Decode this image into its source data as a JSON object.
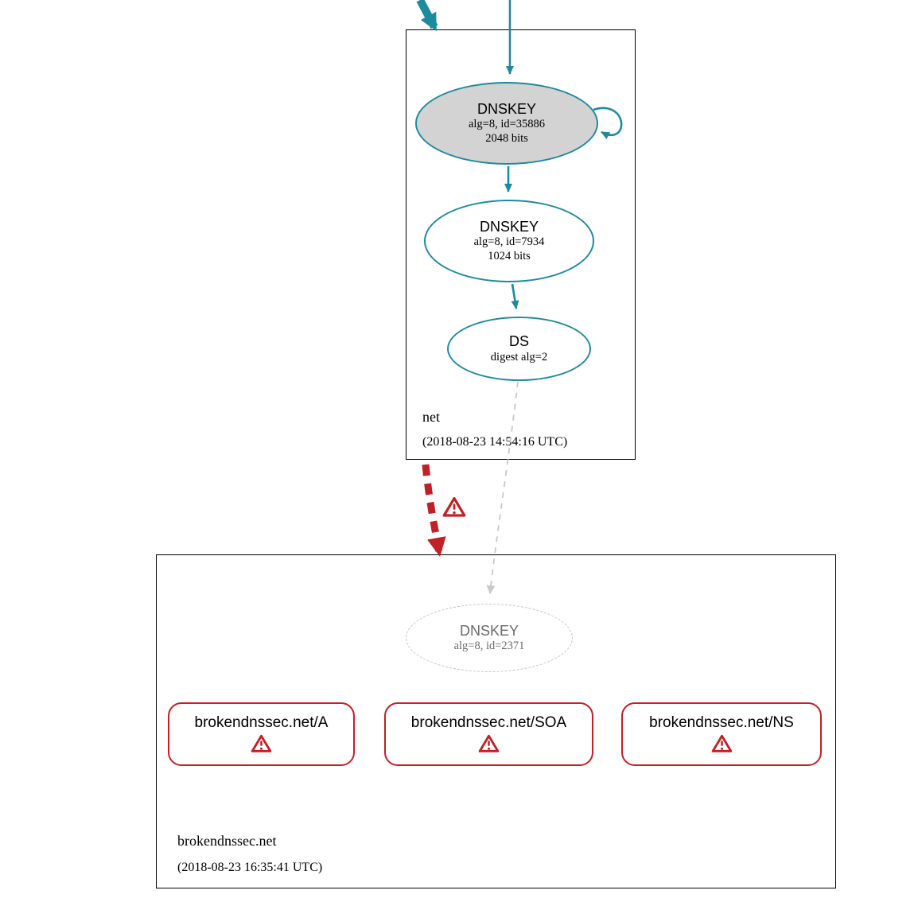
{
  "colors": {
    "secure": "#1d8a9e",
    "error": "#c22026",
    "insecure": "#c9c9c9",
    "ksk_fill": "#d3d3d3"
  },
  "icons": {
    "warning": "warning-triangle-icon"
  },
  "zones": {
    "net": {
      "name": "net",
      "timestamp": "(2018-08-23 14:54:16 UTC)",
      "ksk": {
        "title": "DNSKEY",
        "detail": "alg=8, id=35886",
        "bits": "2048 bits"
      },
      "zsk": {
        "title": "DNSKEY",
        "detail": "alg=8, id=7934",
        "bits": "1024 bits"
      },
      "ds": {
        "title": "DS",
        "detail": "digest alg=2"
      }
    },
    "brokendnssec": {
      "name": "brokendnssec.net",
      "timestamp": "(2018-08-23 16:35:41 UTC)",
      "dnskey": {
        "title": "DNSKEY",
        "detail": "alg=8, id=2371"
      },
      "rrsets": [
        {
          "label": "brokendnssec.net/A"
        },
        {
          "label": "brokendnssec.net/SOA"
        },
        {
          "label": "brokendnssec.net/NS"
        }
      ]
    }
  }
}
